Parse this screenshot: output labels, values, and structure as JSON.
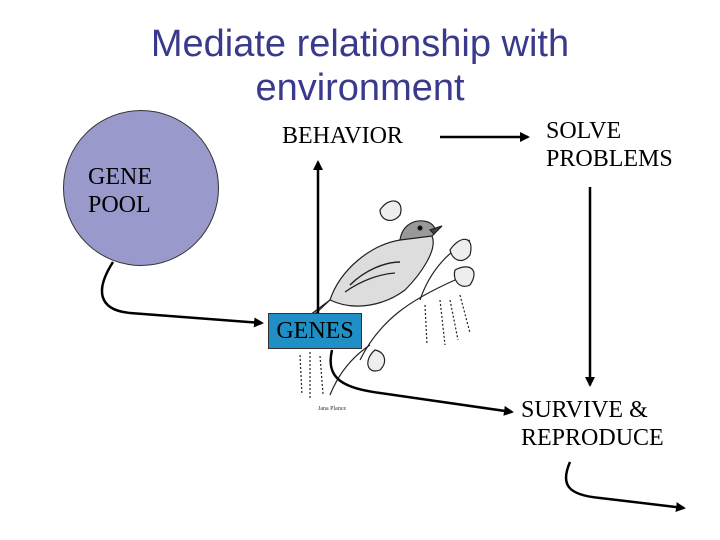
{
  "title": "Mediate relationship with environment",
  "gene_pool": "GENE\nPOOL",
  "behavior": "BEHAVIOR",
  "solve_problems": "SOLVE\nPROBLEMS",
  "genes": "GENES",
  "survive_reproduce": "SURVIVE &\nREPRODUCE",
  "image_signature": "Jana Plance",
  "colors": {
    "title": "#3a3a8c",
    "gene_pool_fill": "#9999cc",
    "genes_fill": "#1f8fc6"
  }
}
